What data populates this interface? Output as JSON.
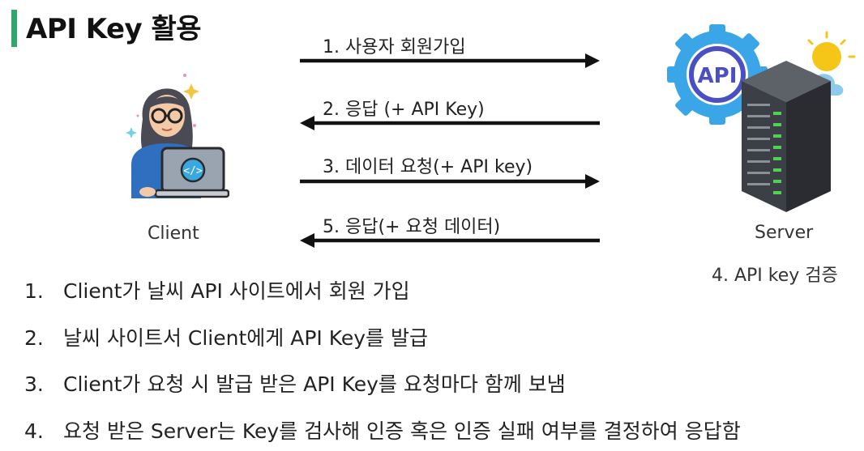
{
  "title": "API Key 활용",
  "client_label": "Client",
  "server_label": "Server",
  "api_badge": "API",
  "server_note": "4.  API key 검증",
  "arrows": [
    {
      "label": "1.  사용자 회원가입",
      "direction": "right"
    },
    {
      "label": "2.  응답 (+ API Key)",
      "direction": "left"
    },
    {
      "label": "3.  데이터 요청(+ API key)",
      "direction": "right"
    },
    {
      "label": "5.  응답(+ 요청 데이터)",
      "direction": "left"
    }
  ],
  "steps": [
    {
      "num": "1.",
      "text": "Client가 날씨 API 사이트에서 회원 가입"
    },
    {
      "num": "2.",
      "text": "날씨 사이트서 Client에게 API Key를 발급"
    },
    {
      "num": "3.",
      "text": "Client가 요청 시 발급 받은 API Key를 요청마다 함께 보냄"
    },
    {
      "num": "4.",
      "text": "요청 받은 Server는 Key를 검사해 인증 혹은 인증 실패 여부를 결정하여 응답함"
    }
  ],
  "colors": {
    "accent": "#2fa870",
    "arrow": "#111111",
    "badge": "#4b4fc4",
    "gear": "#3aa6e8"
  }
}
